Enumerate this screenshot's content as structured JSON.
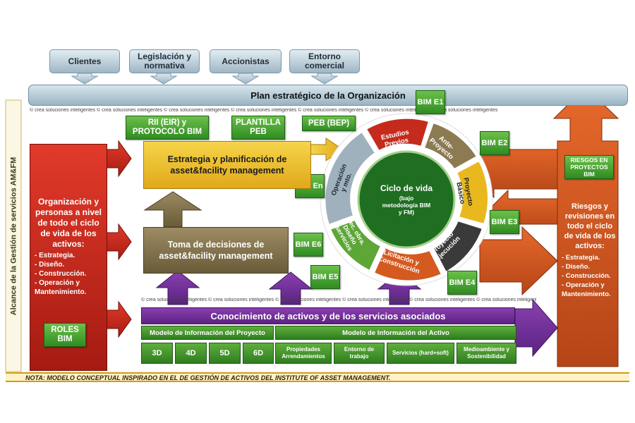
{
  "top_boxes": [
    "Clientes",
    "Legislación y normativa",
    "Accionistas",
    "Entorno comercial"
  ],
  "plan": "Plan estratégico de la Organización",
  "watermark_text": "© crea soluciones inteligentes © crea soluciones inteligentes © crea soluciones inteligentes © crea soluciones inteligentes © crea soluciones inteligentes © crea soluciones inteligentes © crea soluciones inteligentes",
  "side_label": "Alcance de la Gestión de servicios AM&FM",
  "green_boxes": {
    "rii": "RII (EIR) y PROTOCOLO BIM",
    "plantilla": "PLANTILLA PEB",
    "peb": "PEB (BEP)",
    "roles": "ROLES BIM",
    "riesgos_bim": "RIESGOS EN PROYECTOS BIM"
  },
  "bim_labels": {
    "e1": "BIM E1",
    "e2": "BIM E2",
    "e3": "BIM E3",
    "e4": "BIM E4",
    "e5": "BIM E5",
    "e6": "BIM E6",
    "en": "BIM En"
  },
  "estrategia": "Estrategia y planificación de asset&facility management",
  "toma": "Toma de decisiones de asset&facility management",
  "left_box": {
    "title": "Organización y personas a nivel de todo el ciclo de vida de los activos:",
    "items": [
      "- Estrategia.",
      "- Diseño.",
      "- Construcción.",
      "- Operación y Mantenimiento."
    ]
  },
  "right_box": {
    "title": "Riesgos y revisiones en todo el ciclo de vida de los activos:",
    "items": [
      "- Estrategia.",
      "- Diseño.",
      "- Construcción.",
      "- Operación y Mantenimiento."
    ]
  },
  "cycle": {
    "center_title": "Ciclo de vida",
    "center_sub": "(bajo metodología BIM y FM)",
    "segments": [
      "Estudios Previos",
      "Ante-Proyecto",
      "Proyecto Básico",
      "Proyecto Ejecución",
      "Licitación y Construcción",
      "Rec. obra. Diseño servicios",
      "Operación y mto."
    ]
  },
  "conocimiento": "Conocimiento de activos y de los servicios asociados",
  "modelo_proyecto": "Modelo de Información del Proyecto",
  "modelo_activo": "Modelo de Información del Activo",
  "dims": [
    "3D",
    "4D",
    "5D",
    "6D"
  ],
  "activo_cells": [
    "Propiedades Arrendamientos",
    "Entorno de trabajo",
    "Servicios (hard+soft)",
    "Medioambiente y Sostenibilidad"
  ],
  "note": "NOTA: MODELO CONCEPTUAL INSPIRADO EN EL DE GESTIÓN DE ACTIVOS DEL INSTITUTE OF ASSET MANAGEMENT.",
  "colors": {
    "red": "#c4261a",
    "orange": "#d0581f",
    "yellow": "#f0c12e",
    "olive": "#7f6f48",
    "purple": "#6e2c96",
    "green": "#3d9a2c",
    "blue_grey": "#a9c0cd"
  }
}
